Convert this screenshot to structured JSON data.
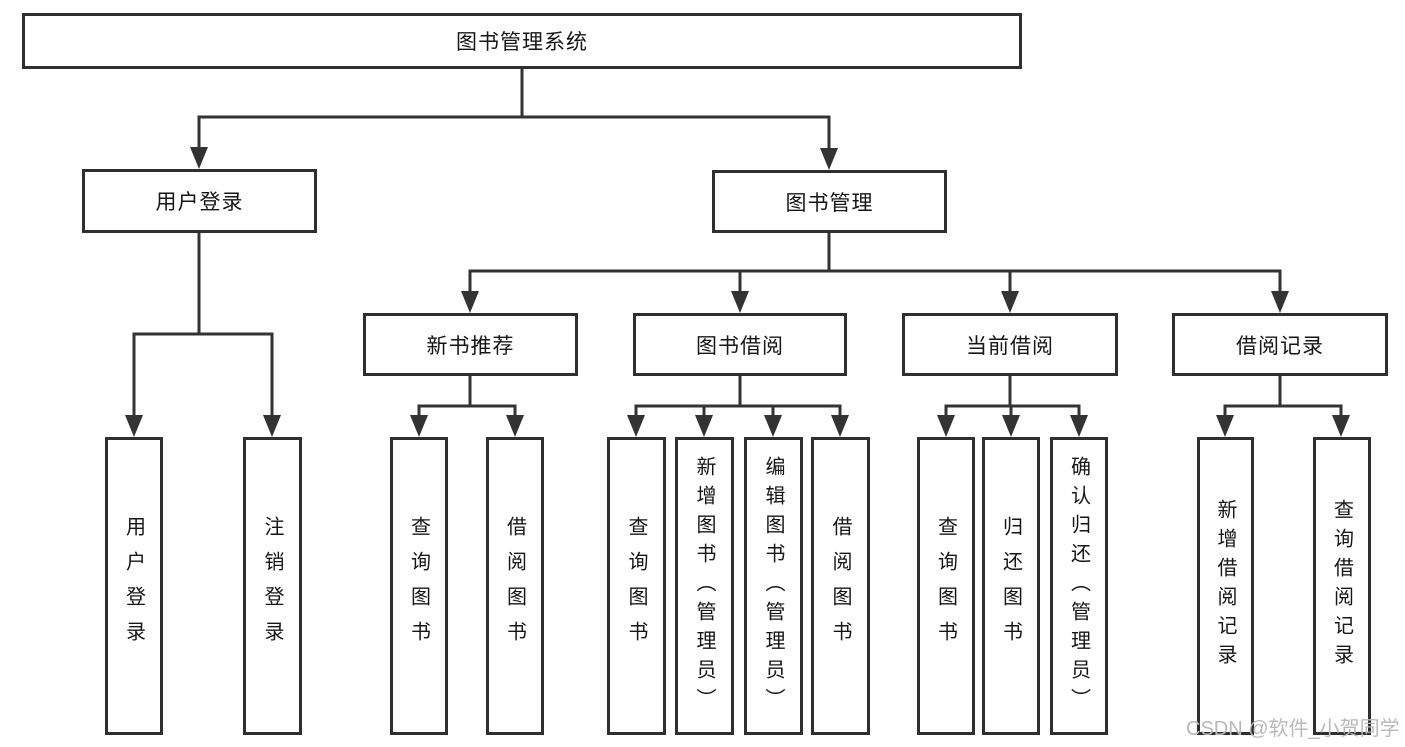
{
  "diagram": {
    "title": "图书管理系统",
    "nodes": {
      "root": "图书管理系统",
      "user_login": "用户登录",
      "book_mgmt": "图书管理",
      "new_book_rec": "新书推荐",
      "book_borrow": "图书借阅",
      "current_borrow": "当前借阅",
      "borrow_record": "借阅记录",
      "leaf_user_login": "用户登录",
      "leaf_logout": "注销登录",
      "leaf_query_book_1": "查询图书",
      "leaf_borrow_book_1": "借阅图书",
      "leaf_query_book_2": "查询图书",
      "leaf_add_book_admin": "新增图书（管理员）",
      "leaf_edit_book_admin": "编辑图书（管理员）",
      "leaf_borrow_book_2": "借阅图书",
      "leaf_query_book_3": "查询图书",
      "leaf_return_book": "归还图书",
      "leaf_confirm_return_admin": "确认归还（管理员）",
      "leaf_add_borrow_record": "新增借阅记录",
      "leaf_query_borrow_record": "查询借阅记录"
    },
    "colors": {
      "line": "#333333",
      "box_border": "#2f2f2f",
      "box_background": "#ffffff",
      "text": "#161616",
      "watermark": "#b9b9b9"
    }
  },
  "watermark": {
    "text": "CSDN @软件_小贺同学"
  }
}
